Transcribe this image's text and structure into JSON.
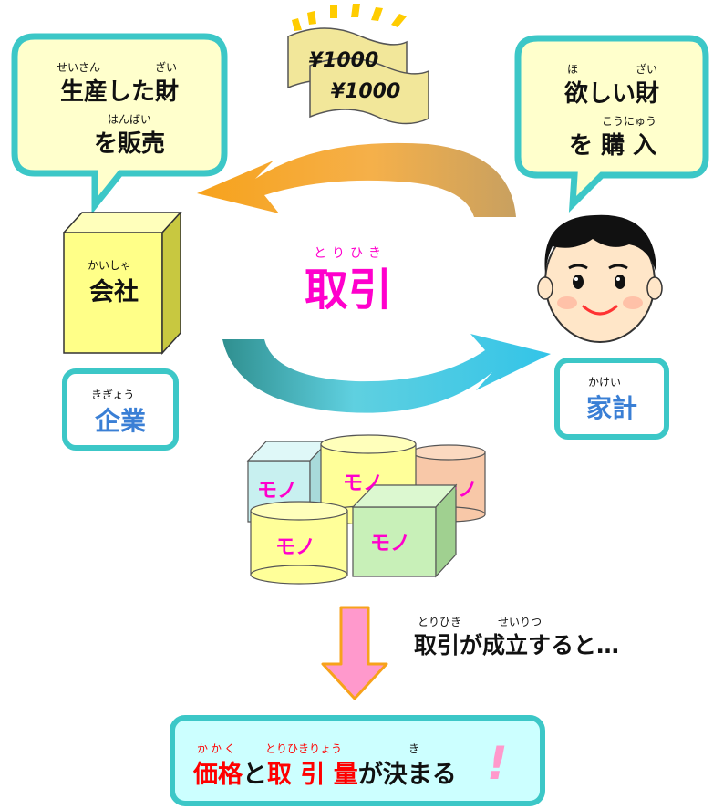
{
  "seller_bubble": {
    "line1_ruby_a": "せいさん",
    "line1_ruby_b": "ざい",
    "line1": "生産した財",
    "line2_ruby": "はんばい",
    "line2": "を販売"
  },
  "buyer_bubble": {
    "line1_ruby_a": "ほ",
    "line1_ruby_b": "ざい",
    "line1": "欲しい財",
    "line2_ruby": "こうにゅう",
    "line2": "を 購 入"
  },
  "money": {
    "bill_back": "¥1000",
    "bill_front": "¥1000"
  },
  "company_box": {
    "ruby": "かいしゃ",
    "label": "会社"
  },
  "firm_label": {
    "ruby": "きぎょう",
    "label": "企業",
    "color": "#3a7fd5"
  },
  "household_label": {
    "ruby": "かけい",
    "label": "家計",
    "color": "#3a7fd5"
  },
  "center": {
    "ruby": "とりひき",
    "label": "取引",
    "color": "#ff00cc"
  },
  "goods": {
    "label": "モノ",
    "color": "#ff00cc"
  },
  "result_text": {
    "ruby_a": "とりひき",
    "ruby_b": "せいりつ",
    "label": "取引が成立すると…"
  },
  "conclusion": {
    "ruby_a": "かかく",
    "ruby_b": "とりひきりょう",
    "ruby_c": "き",
    "word1": "価格",
    "particle1": "と",
    "word2": "取 引 量",
    "rest": "が決まる",
    "exclaim": "!",
    "accent_color": "#ff0000"
  },
  "colors": {
    "bubble_fill": "#ffffcc",
    "bubble_border": "#3cc7c7",
    "arrow_orange": "#f7a21b",
    "arrow_blue": "#33c4e8",
    "down_arrow": "#ff99cc"
  }
}
